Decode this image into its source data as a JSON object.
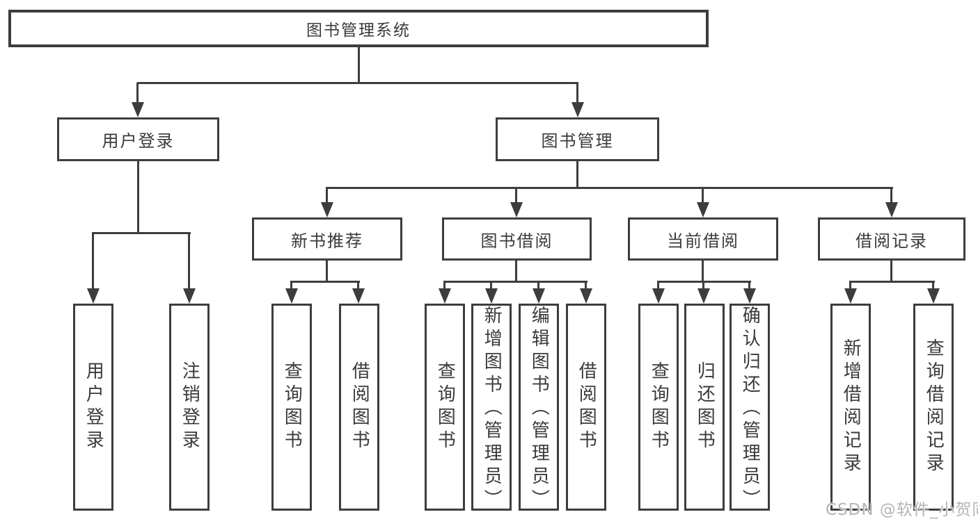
{
  "diagram": {
    "type": "hierarchy-tree",
    "title": "图书管理系统"
  },
  "colors": {
    "line": "#3d3d3d",
    "text": "#3a3a3a",
    "watermark": "#b5b5b5",
    "background": "#ffffff"
  },
  "tree": {
    "root": {
      "label": "图书管理系统"
    },
    "level2": [
      {
        "label": "用户登录"
      },
      {
        "label": "图书管理"
      }
    ],
    "level3": [
      {
        "label": "新书推荐"
      },
      {
        "label": "图书借阅"
      },
      {
        "label": "当前借阅"
      },
      {
        "label": "借阅记录"
      }
    ],
    "leaves": {
      "user_login": [
        "用户登录",
        "注销登录"
      ],
      "new_book": [
        "查询图书",
        "借阅图书"
      ],
      "book_borrow": [
        "查询图书",
        "新增图书（管理员）",
        "编辑图书（管理员）",
        "借阅图书"
      ],
      "current_borrow": [
        "查询图书",
        "归还图书",
        "确认归还（管理员）"
      ],
      "borrow_records": [
        "新增借阅记录",
        "查询借阅记录"
      ]
    }
  },
  "watermark": {
    "text": "CSDN @软件_小贺同学"
  }
}
